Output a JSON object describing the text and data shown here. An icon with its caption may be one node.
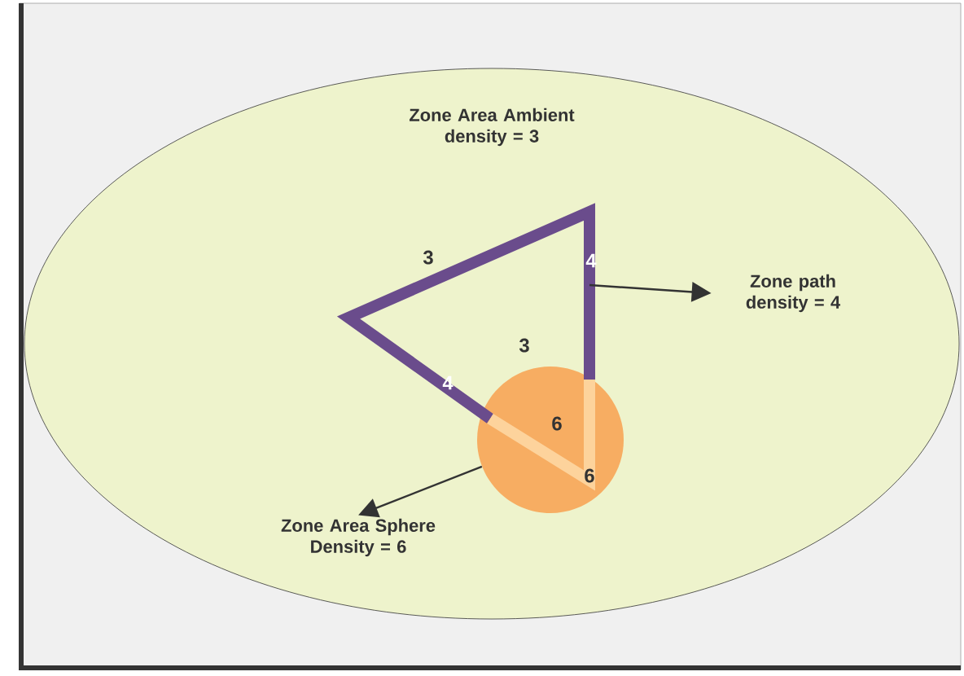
{
  "diagram": {
    "nodes": [
      {
        "text": [
          "Zone Area Ambient density = 3"
        ]
      },
      {
        "text": [
          "Zone path density = 4"
        ],
        "in": 0
      },
      {
        "text": [],
        "shape": "circle",
        "in": 0
      },
      {
        "text": [
          "Zone Area Sphere Density = 6"
        ],
        "in": 0
      }
    ],
    "edges": [
      {
        "from": null,
        "to": 1,
        "arrow": "to"
      },
      {
        "from": 2,
        "to": 3,
        "arrow": "to"
      }
    ],
    "labels": [
      "3",
      "4",
      "3",
      "4",
      "6",
      "6"
    ]
  }
}
